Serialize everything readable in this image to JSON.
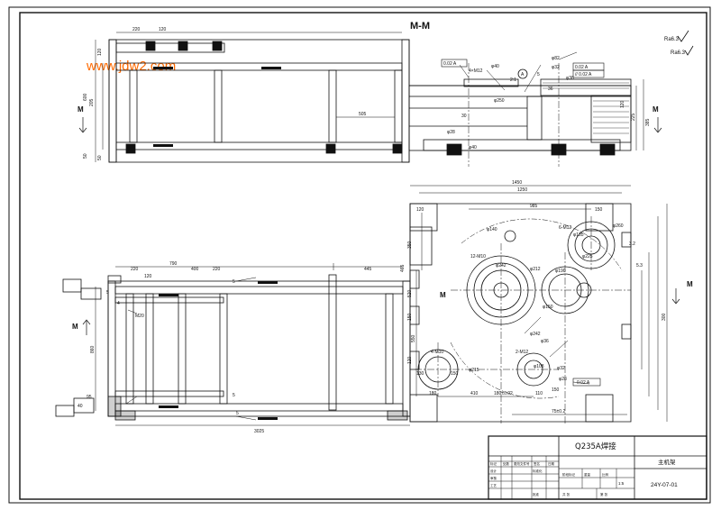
{
  "watermark": "www.jdw2.com",
  "view_title": "M-M",
  "section_marks": [
    "M",
    "M",
    "M",
    "M"
  ],
  "roughness_symbol": "Ra6.3",
  "colors": {
    "line": "#111111",
    "watermark": "#ff6a00",
    "background": "#ffffff"
  },
  "top_view": {
    "dims": [
      "220",
      "120",
      "205",
      "505",
      "600",
      "50",
      "120",
      "120",
      "50",
      "225",
      "385"
    ],
    "annotations": [
      "4×M12",
      "A",
      "2:1",
      "φ40",
      "φ250",
      "φ32",
      "φ36",
      "φ82",
      "5",
      "36",
      "30",
      "φ28",
      "φ40"
    ],
    "tol_frames": [
      "0.02 A",
      "0.02 A",
      "// 0.02 A"
    ]
  },
  "plan_view": {
    "dims": [
      "220",
      "120",
      "790",
      "400",
      "220",
      "445",
      "1450",
      "1250",
      "985",
      "120",
      "150",
      "350",
      "465",
      "520",
      "150",
      "550",
      "120",
      "300",
      "3025",
      "860",
      "95",
      "40",
      "5",
      "5",
      "5",
      "5",
      "180",
      "150",
      "130",
      "410",
      "180±0.02",
      "110",
      "150",
      "75±0.2",
      "4"
    ],
    "annotations": [
      "12-M10",
      "6-M12",
      "φ212",
      "φ242",
      "φ190",
      "φ150",
      "φ135",
      "φ225",
      "4-M10",
      "φ215",
      "2-M12",
      "φ32",
      "φ28",
      "φ260",
      "3.2",
      "5.3",
      "φ140",
      "φ108",
      "M20",
      "φ242",
      "φ36",
      "0.02 A"
    ]
  },
  "title_block": {
    "material": "Q235A焊接",
    "drawing_name": "主机架",
    "drawing_number": "24Y-07-01",
    "cells": [
      "标记",
      "处数",
      "更改文件号",
      "签名",
      "日期",
      "设计",
      "标准化",
      "审核",
      "工艺",
      "批准",
      "阶段标记",
      "重量",
      "比例",
      "1:5",
      "共  张",
      "第  张"
    ]
  }
}
